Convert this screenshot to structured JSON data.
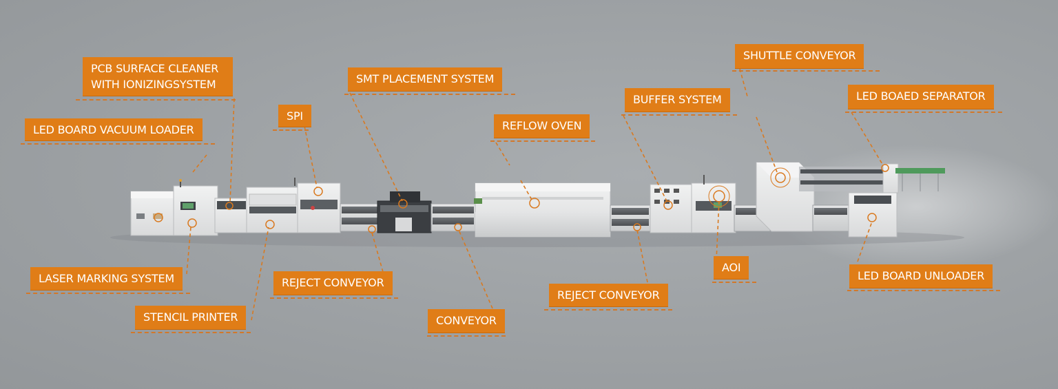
{
  "diagram": {
    "labels": {
      "pcb_cleaner_line1": "PCB SURFACE CLEANER",
      "pcb_cleaner_line2": "WITH IONIZINGSYSTEM",
      "led_vacuum_loader": "LED BOARD VACUUM LOADER",
      "spi": "SPI",
      "smt_placement": "SMT PLACEMENT SYSTEM",
      "reflow_oven": "REFLOW OVEN",
      "buffer_system": "BUFFER SYSTEM",
      "shuttle_conveyor": "SHUTTLE CONVEYOR",
      "led_separator": "LED BOAED SEPARATOR",
      "laser_marking": "LASER MARKING SYSTEM",
      "reject_conveyor_1": "REJECT CONVEYOR",
      "stencil_printer": "STENCIL PRINTER",
      "conveyor": "CONVEYOR",
      "reject_conveyor_2": "REJECT CONVEYOR",
      "aoi": "AOI",
      "led_unloader": "LED BOARD UNLOADER"
    },
    "colors": {
      "callout_fill": "#e07d17",
      "leader_line": "#d2782a",
      "background": "#9da1a4",
      "machine_body": "#e9eaeb"
    }
  }
}
